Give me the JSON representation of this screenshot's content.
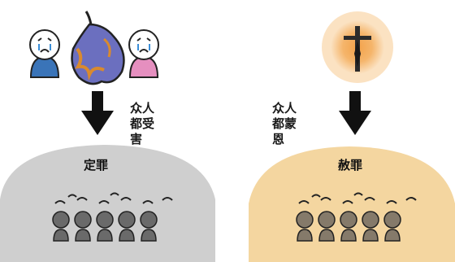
{
  "left_panel": {
    "caption": "众人都受害",
    "dome_label": "定罪",
    "colors": {
      "dome": "#cfcfcf",
      "fruit": "#6b6fbf",
      "rot": "#d98a2e",
      "boy": "#3a74b8",
      "girl": "#e58fbf"
    }
  },
  "right_panel": {
    "caption": "众人都蒙恩",
    "dome_label": "赦罪",
    "colors": {
      "dome": "#f4d6a0",
      "halo": "#f0a857",
      "cross": "#2b2b2b"
    }
  }
}
